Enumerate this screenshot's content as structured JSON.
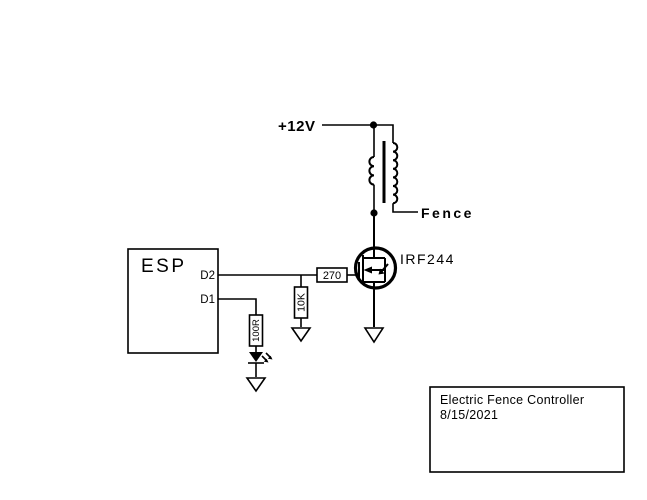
{
  "diagram": {
    "colors": {
      "ink": "#000000",
      "background": "#ffffff"
    },
    "power_label": "+12V",
    "fence_label": "Fence",
    "mosfet_label": "IRF244",
    "esp_label": "ESP",
    "pins": {
      "d2": "D2",
      "d1": "D1"
    },
    "resistors": {
      "gate": "270",
      "pulldown": "10K",
      "led": "100R"
    },
    "title_block": {
      "title": "Electric Fence Controller",
      "date": "8/15/2021"
    }
  }
}
